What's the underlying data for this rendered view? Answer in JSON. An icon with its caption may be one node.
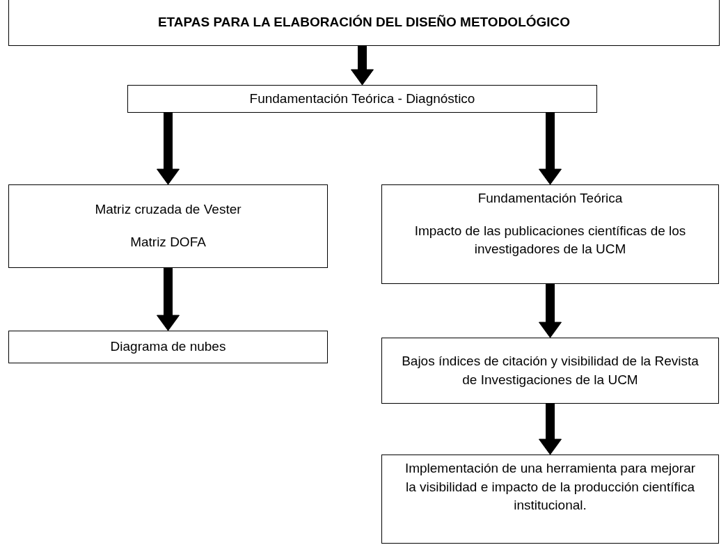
{
  "diagram": {
    "nodes": [
      {
        "text": [
          "ETAPAS PARA LA ELABORACIÓN DEL DISEÑO METODOLÓGICO"
        ]
      },
      {
        "text": [
          "Fundamentación Teórica - Diagnóstico"
        ]
      },
      {
        "text": [
          "Matriz cruzada de Vester",
          "Matriz DOFA"
        ]
      },
      {
        "text": [
          "Fundamentación Teórica",
          "Impacto de las publicaciones científicas de los investigadores de la UCM"
        ]
      },
      {
        "text": [
          "Diagrama de nubes"
        ]
      },
      {
        "text": [
          "Bajos índices de citación y visibilidad de la Revista de Investigaciones de la UCM"
        ]
      },
      {
        "text": [
          "Implementación de una herramienta para mejorar la visibilidad e impacto de la producción científica institucional."
        ]
      }
    ],
    "edges": [
      {
        "from": 0,
        "to": 1,
        "arrow": "to"
      },
      {
        "from": 1,
        "to": 2,
        "arrow": "to"
      },
      {
        "from": 1,
        "to": 3,
        "arrow": "to"
      },
      {
        "from": 2,
        "to": 4,
        "arrow": "to"
      },
      {
        "from": 3,
        "to": 5,
        "arrow": "to"
      },
      {
        "from": 5,
        "to": 6,
        "arrow": "to"
      }
    ]
  }
}
